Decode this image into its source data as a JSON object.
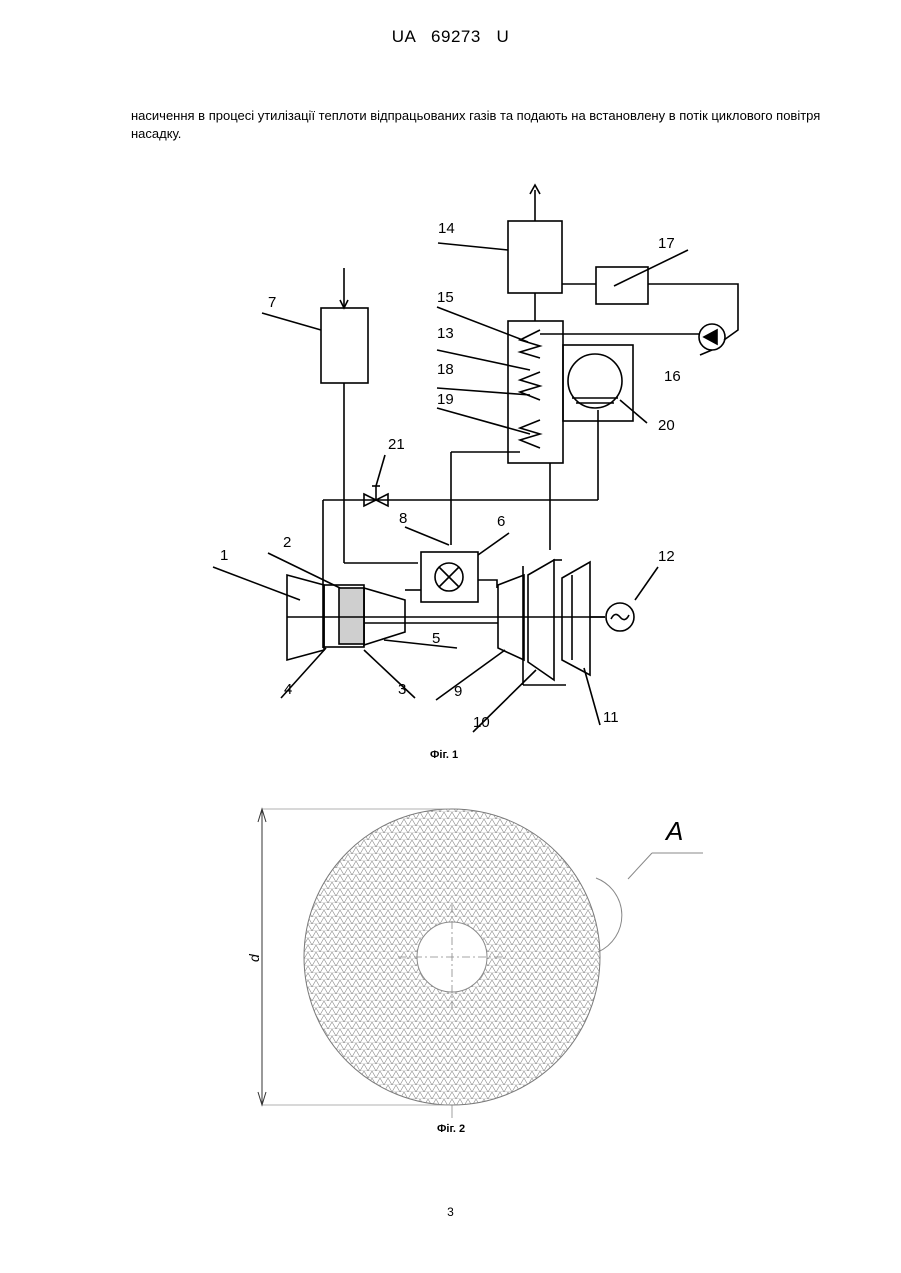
{
  "header": {
    "patent_number": "UA   69273   U"
  },
  "body_text": "насичення в процесі утилізації теплоти відпрацьованих газів та подають на встановлену в потік циклового повітря насадку.",
  "figure1": {
    "caption": "Фіг. 1",
    "labels": {
      "l1": "1",
      "l2": "2",
      "l3": "3",
      "l4": "4",
      "l5": "5",
      "l6": "6",
      "l7": "7",
      "l8": "8",
      "l9": "9",
      "l10": "10",
      "l11": "11",
      "l12": "12",
      "l13": "13",
      "l14": "14",
      "l15": "15",
      "l16": "16",
      "l17": "17",
      "l18": "18",
      "l19": "19",
      "l20": "20",
      "l21": "21"
    }
  },
  "figure2": {
    "caption": "Фіг. 2",
    "labels": {
      "detail": "A",
      "diameter": "d"
    }
  },
  "page_number": "3"
}
